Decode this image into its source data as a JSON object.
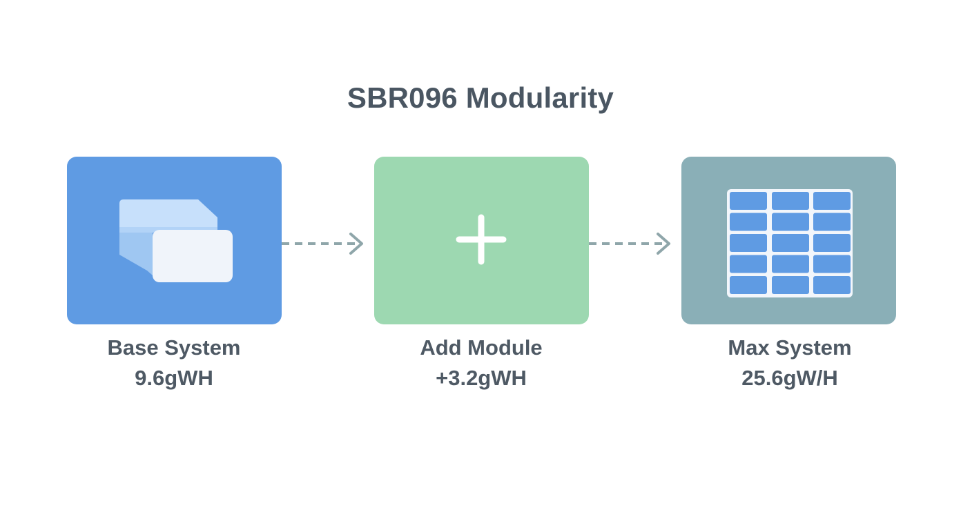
{
  "title": "SBR096 Modularity",
  "colors": {
    "base": "#5f9be3",
    "add": "#9dd8b1",
    "max": "#8aafb7",
    "arrow": "#8fa6aa",
    "text": "#4e5964"
  },
  "steps": [
    {
      "name": "Base System",
      "value": "9.6gWH",
      "icon": "battery-stack-icon"
    },
    {
      "name": "Add Module",
      "value": "+3.2gWH",
      "icon": "plus-icon"
    },
    {
      "name": "Max System",
      "value": "25.6gW/H",
      "icon": "module-grid-icon"
    }
  ]
}
